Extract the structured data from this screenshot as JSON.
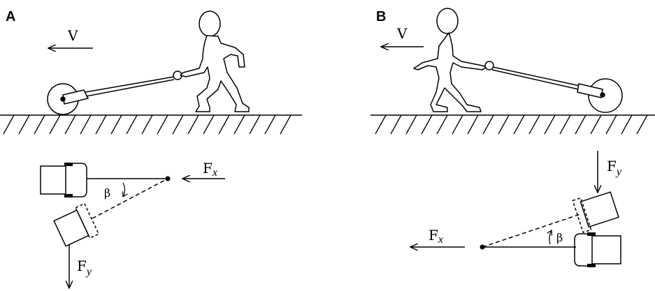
{
  "panels": [
    {
      "label": "A",
      "velocity_label": "V",
      "force_x": {
        "symbol": "F",
        "subscript": "x"
      },
      "force_y": {
        "symbol": "F",
        "subscript": "y"
      },
      "angle_label": "β"
    },
    {
      "label": "B",
      "velocity_label": "V",
      "force_x": {
        "symbol": "F",
        "subscript": "x"
      },
      "force_y": {
        "symbol": "F",
        "subscript": "y"
      },
      "angle_label": "β"
    }
  ]
}
